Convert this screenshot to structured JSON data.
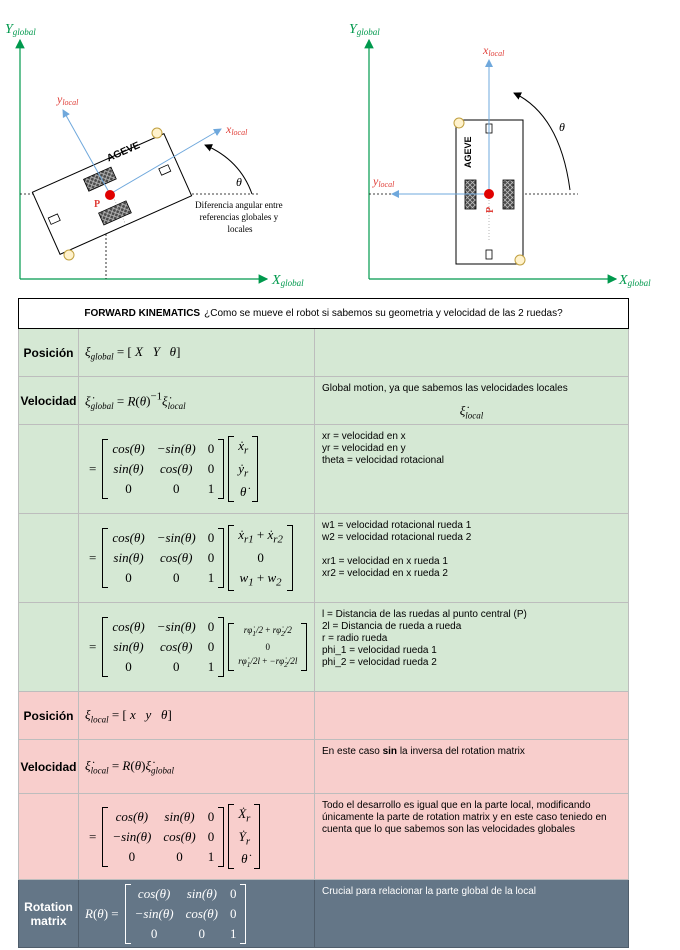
{
  "left_diagram": {
    "y_axis": "Y",
    "y_sub": "global",
    "x_axis": "X",
    "x_sub": "global",
    "x_local": "x",
    "x_local_sub": "local",
    "y_local": "y",
    "y_local_sub": "local",
    "theta": "θ",
    "point": "P",
    "robot_logo": "AGEVE",
    "annotation": [
      "Diferencia angular entre",
      "referencias globales y",
      "locales"
    ]
  },
  "right_diagram": {
    "y_axis": "Y",
    "y_sub": "global",
    "x_axis": "X",
    "x_sub": "global",
    "x_local": "x",
    "x_local_sub": "local",
    "y_local": "y",
    "y_local_sub": "local",
    "theta": "θ",
    "point": "P",
    "robot_logo": "AGEVE"
  },
  "header": {
    "title": "FORWARD KINEMATICS",
    "question": "¿Como se mueve el robot si sabemos su geometria y velocidad de las 2 ruedas?"
  },
  "rows": [
    {
      "label": "Posición",
      "notes": []
    },
    {
      "label": "Velocidad",
      "notes": [
        "Global motion, ya que sabemos las velocidades locales"
      ]
    },
    {
      "label": "",
      "notes": [
        "xr = velocidad en x",
        "yr = velocidad en y",
        "theta = velocidad rotacional"
      ]
    },
    {
      "label": "",
      "notes": [
        "w1 = velocidad rotacional rueda 1",
        "w2 = velocidad rotacional rueda 2",
        "",
        "xr1 = velocidad en x rueda 1",
        "xr2 = velocidad en x rueda 2"
      ]
    },
    {
      "label": "",
      "notes": [
        "l = Distancia de las ruedas al punto central (P)",
        "2l = Distancia de rueda a rueda",
        "r = radio rueda",
        "phi_1 = velocidad rueda 1",
        "phi_2 = velocidad rueda 2"
      ]
    },
    {
      "label": "Posición",
      "notes": []
    },
    {
      "label": "Velocidad",
      "note_pre": "En este caso ",
      "note_bold": "sin",
      "note_post": " la inversa del rotation matrix"
    },
    {
      "label": "",
      "notes": [
        "Todo el desarrollo es igual que en la parte local, modificando",
        "únicamente la parte de rotation matrix y en este caso teniedo en",
        "cuenta que lo que sabemos son las velocidades globales"
      ]
    },
    {
      "label": "Rotation matrix",
      "notes": [
        "Crucial para relacionar la parte global de la local"
      ]
    }
  ],
  "colors": {
    "green": "#d5e8d4",
    "pink": "#f8cecc",
    "slate": "#647687",
    "axis": "#00994d",
    "local_axis": "#6fa8dc",
    "local_label": "#e0403a",
    "point": "#e00000"
  }
}
